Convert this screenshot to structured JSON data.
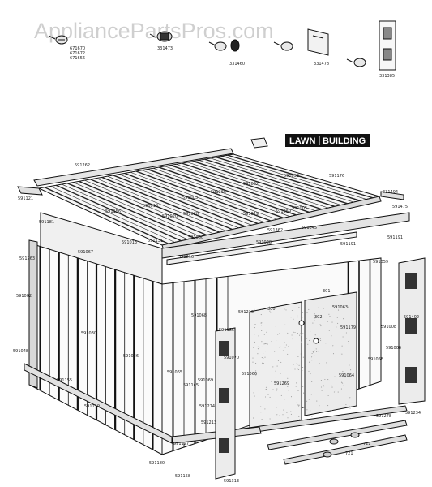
{
  "watermark": "AppliancePartsPros.com",
  "badge": {
    "left": "LAWN",
    "right": "BUILDING"
  },
  "hardware_labels": [
    "671670",
    "671672",
    "671656",
    "331473",
    "331460",
    "331478",
    "331385"
  ],
  "part_labels": [
    "331494",
    "591262",
    "591003",
    "591602",
    "591265",
    "591032",
    "591176",
    "591475",
    "591121",
    "591181",
    "591156",
    "591010",
    "591020",
    "591028",
    "591019",
    "591069",
    "591005",
    "591013",
    "591131",
    "591060",
    "591362",
    "591045",
    "591191",
    "591067",
    "591263",
    "591002",
    "591030",
    "591046",
    "591065",
    "591069",
    "591070",
    "591066",
    "591048",
    "591008",
    "591006",
    "591068",
    "591063",
    "591179",
    "591127",
    "591165",
    "591210",
    "591020",
    "591216",
    "591191",
    "591278",
    "591234",
    "591269",
    "591064",
    "591058",
    "591059",
    "591155",
    "591119",
    "591180",
    "591158",
    "591313",
    "591274",
    "591213",
    "300",
    "301",
    "302",
    "722",
    "721",
    "591402",
    "591185"
  ]
}
